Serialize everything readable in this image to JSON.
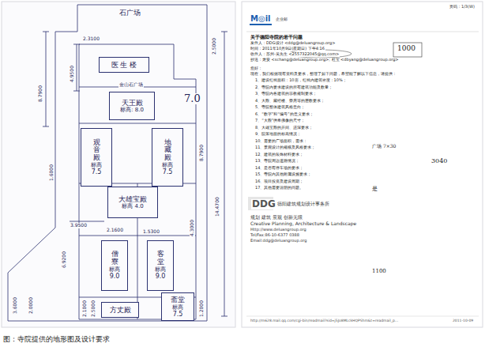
{
  "diagram": {
    "caption": "图：寺院提供的地形图及设计要求",
    "nodes": [
      {
        "text": [
          "医 生 楼"
        ]
      },
      {
        "text": [
          "天王殿",
          "标高: 8.0"
        ]
      },
      {
        "text": [
          "观音殿",
          "标高",
          "7.5"
        ]
      },
      {
        "text": [
          "地藏殿",
          "标高",
          "7.5"
        ]
      },
      {
        "text": [
          "大雄宝殿",
          "标高 4.0"
        ]
      },
      {
        "text": [
          "僧寮",
          "标高",
          "9.0"
        ]
      },
      {
        "text": [
          "客堂",
          "标高",
          "9.0"
        ]
      },
      {
        "text": [
          "方丈殿"
        ]
      },
      {
        "text": [
          "斋堂",
          "标高",
          "7.5"
        ]
      }
    ],
    "labels": [
      "石广场",
      "金山石广场",
      "7.0",
      "4.9500",
      "8.7900",
      "2.5000",
      "1.6000",
      "8.7900",
      "14.4700",
      "3.9500",
      "6.9200",
      "2.1600",
      "1.5300",
      "4.3000",
      "3.6000",
      "2.0000",
      "2.1000",
      "2.5000",
      "1.2000",
      "2.3100",
      "页码：1/3(W)",
      "M◎il",
      "企业邮",
      "关于德阳寺院的若干问题",
      "发件人：DDG设计 <ddg@deluangroup.org>",
      "时间：2011年10月9日(星期日) 下午4:16",
      "收件人：苏州-吴先生 <2557322045@qq.com>",
      "抄送：龙安 <schang@deluangroup.org>; 杜宝 <dbyang@deluangroup.org>",
      "您好：",
      "现在，我们根据现有资料及要求，整理了如下问题，希望能了解以下信息，请提供：",
      "1、建设红线面积：10亩，红线内建筑密度：10%；",
      "2、寺院内要求建设的所有建筑功能及数量；",
      "3、寺院内各建筑的宗教规制要求；",
      "4、大殿、藏经楼、寮房等的层数要求；",
      "5、寺院整体建筑风格意向；",
      "6、“数字”和“编号”的意义要求；",
      "7、“大殿”供奉佛像的尺寸；",
      "8、大雄宝殿的开间、进深要求；",
      "9、院落地面的标高情况；",
      "10、需要的广场面积，需求：",
      "11、景观设计的规模及风格要求；",
      "12、建筑的装饰材料要求；",
      "13、寺院周边道路情况；",
      "14、是否有停车场的要求；",
      "15、寺院内其他附属设施要求；",
      "16、项目投资及建设周期；",
      "17、其他需要说明的问题。",
      "1000",
      "3040",
      "1100",
      "广场 7×30",
      "是",
      "DDG",
      "德阳建筑规划设计事务所",
      "规划 建筑 景观 创新无限",
      "Creative Planning, Architecture & Landscape",
      "Http://www.deluangroup.org",
      "Tel/Fax:86-10-6377 0388",
      "Email:ddg@deluangroup.org",
      "http://m628.mail.qq.com/cgi-bin/readmail?sid=j5Jo8MLckHQPShm&t=readmail_p...",
      "2011-10-09"
    ]
  }
}
